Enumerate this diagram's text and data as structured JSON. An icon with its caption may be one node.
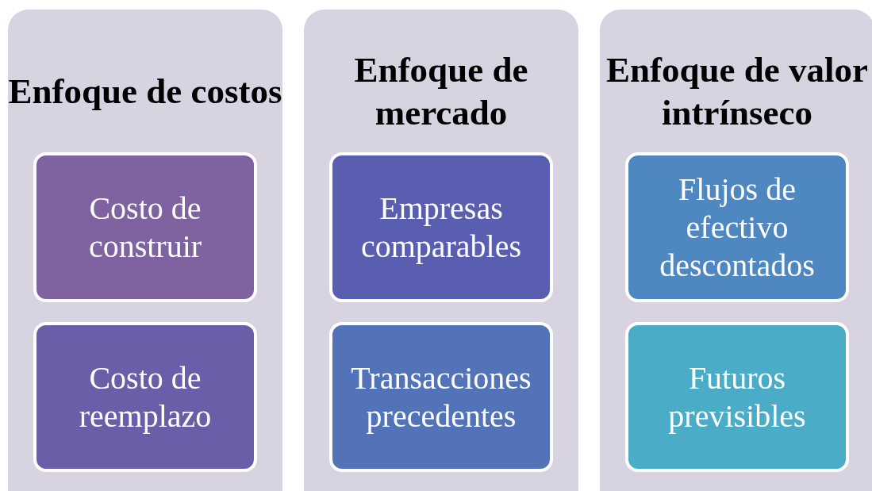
{
  "diagram": {
    "nodes": [
      {
        "text": [
          "Enfoque de costos"
        ]
      },
      {
        "text": [
          "Costo de construir"
        ],
        "in": 0
      },
      {
        "text": [
          "Costo de reemplazo"
        ],
        "in": 0
      },
      {
        "text": [
          "Enfoque de mercado"
        ]
      },
      {
        "text": [
          "Empresas comparables"
        ],
        "in": 3
      },
      {
        "text": [
          "Transacciones precedentes"
        ],
        "in": 3
      },
      {
        "text": [
          "Enfoque de valor intrínseco"
        ]
      },
      {
        "text": [
          "Flujos de efectivo descontados"
        ],
        "in": 6
      },
      {
        "text": [
          "Futuros previsibles"
        ],
        "in": 6
      }
    ]
  }
}
